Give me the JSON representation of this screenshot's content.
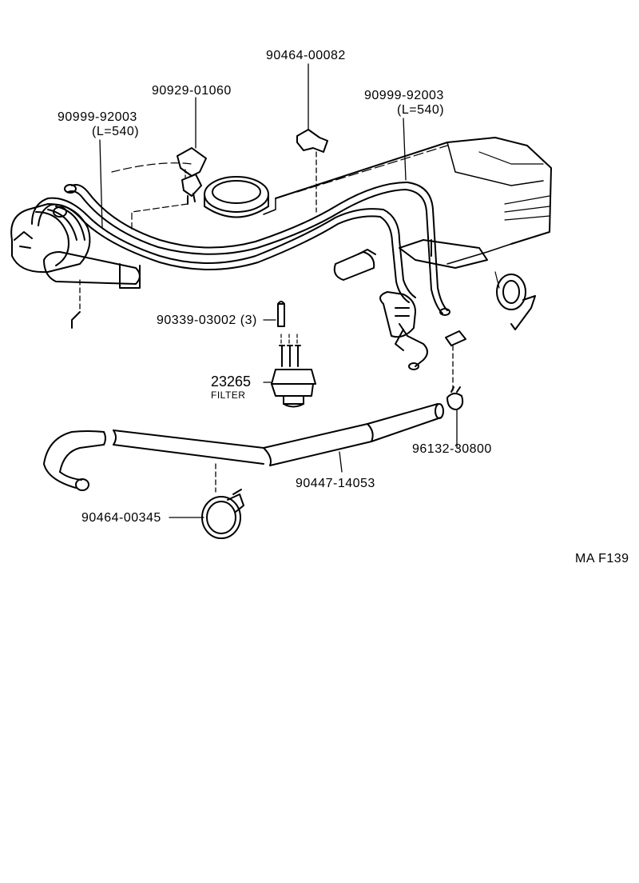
{
  "labels": {
    "p_90464_00082": "90464-00082",
    "p_90929_01060": "90929-01060",
    "p_90999_92003_left": "90999-92003",
    "p_len_left": "(L=540)",
    "p_90999_92003_right": "90999-92003",
    "p_len_right": "(L=540)",
    "p_90339_03002": "90339-03002 (3)",
    "p_23265": "23265",
    "p_filter": "FILTER",
    "p_96132_30800": "96132-30800",
    "p_90447_14053": "90447-14053",
    "p_90464_00345": "90464-00345",
    "ref_code": "MA  F139"
  }
}
